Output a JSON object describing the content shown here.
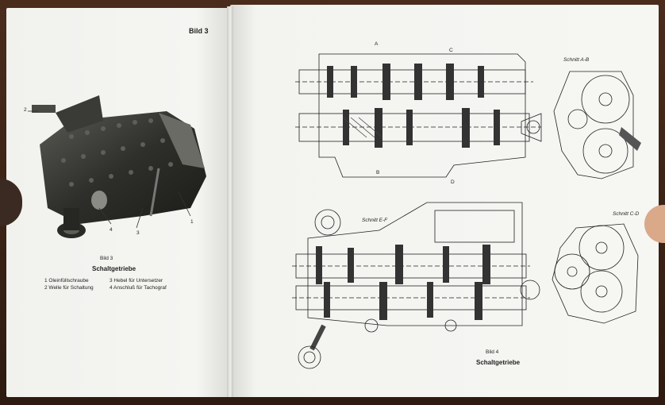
{
  "left_page": {
    "header": "Bild 3",
    "caption_number": "Bild 3",
    "caption_title": "Schaltgetriebe",
    "callouts": [
      "1",
      "2",
      "3",
      "4"
    ],
    "legend": [
      "1 Oleinfüllschraube",
      "2 Welle für Schaltung",
      "3 Hebel für Untersetzer",
      "4 Anschluß für Tachograf"
    ]
  },
  "right_page": {
    "top_labels": {
      "a": "A",
      "c": "C",
      "b": "B",
      "d": "D"
    },
    "section_ab": "Schnitt A-B",
    "section_ef": "Schnitt E-F",
    "section_cd": "Schnitt C-D",
    "caption_number": "Bild 4",
    "caption_title": "Schaltgetriebe"
  }
}
